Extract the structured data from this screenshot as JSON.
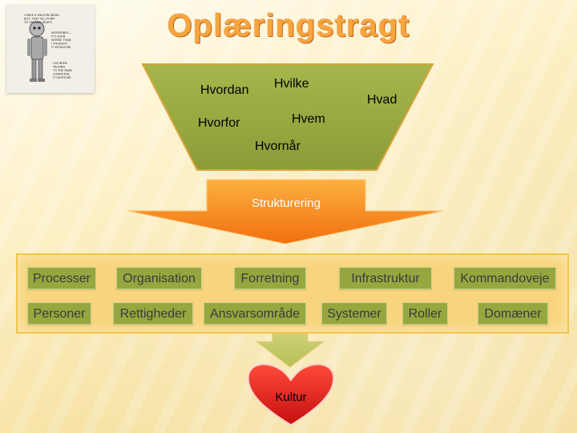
{
  "slide": {
    "title": "Oplæringstragt"
  },
  "logo": {
    "icon": "robot-poster-icon",
    "caption_lines": [
      "I HAVE A MILLION IDEAS.",
      "BUT, THEY ALL POINT",
      "TO CERTAIN DEATH.",
      "INCREDIBLE...",
      "IT'S EVEN",
      "WORSE THAN",
      "I THOUGHT",
      "IT WOULD BE.",
      "I'VE BEEN",
      "TALKING",
      "TO THE MAIN",
      "COMPUTER.",
      "IT HATES ME."
    ]
  },
  "funnel": {
    "words": [
      "Hvordan",
      "Hvilke",
      "Hvad",
      "Hvorfor",
      "Hvem",
      "Hvornår"
    ],
    "fill_color": "#9aab42",
    "border_color": "#d9a43a"
  },
  "structuring": {
    "label": "Strukturering",
    "color": "#f7941d"
  },
  "categories": {
    "row1": [
      "Processer",
      "Organisation",
      "Forretning",
      "Infrastruktur",
      "Kommandoveje"
    ],
    "row2": [
      "Personer",
      "Rettigheder",
      "Ansvarsområde",
      "Systemer",
      "Roller",
      "Domæner"
    ]
  },
  "result": {
    "label": "Kultur",
    "heart_color": "#e31b1b"
  }
}
